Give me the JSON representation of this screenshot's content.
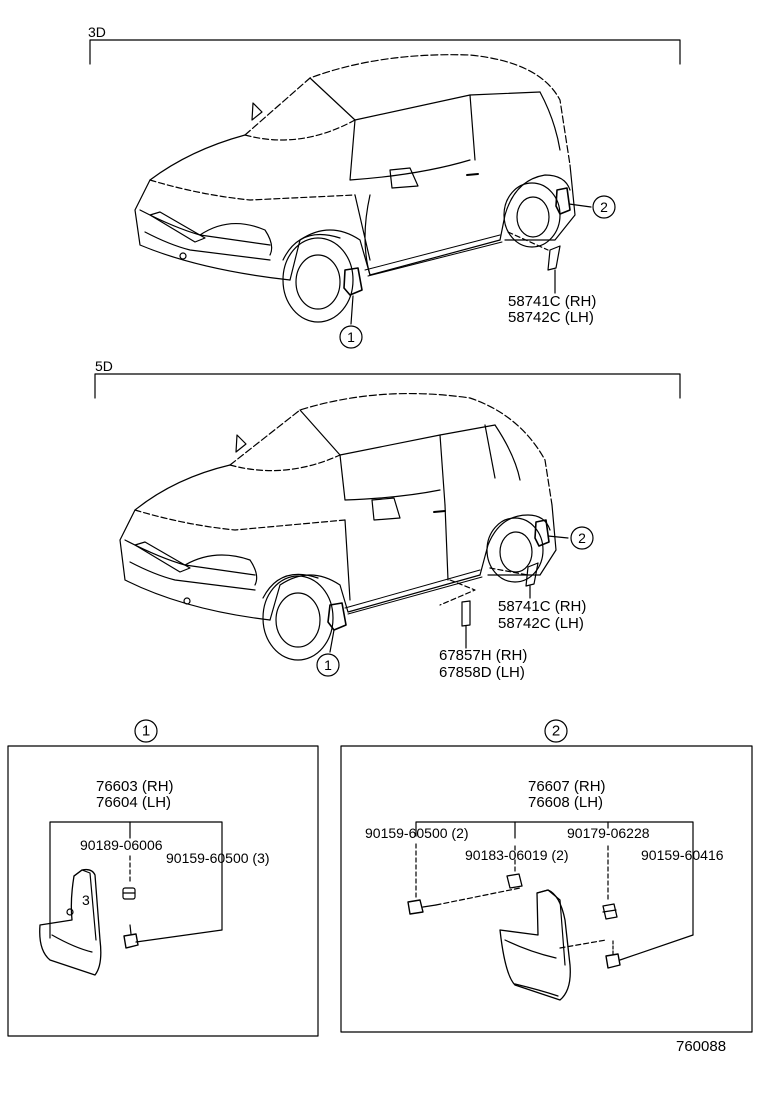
{
  "sections": {
    "three_door": {
      "label": "3D"
    },
    "five_door": {
      "label": "5D"
    }
  },
  "callouts": {
    "one": "1",
    "two": "2"
  },
  "three_door_parts": {
    "moulding_rh": "58741C (RH)",
    "moulding_lh": "58742C (LH)"
  },
  "five_door_parts": {
    "moulding_rh": "58741C (RH)",
    "moulding_lh": "58742C (LH)",
    "protector_rh": "67857H (RH)",
    "protector_lh": "67858D (LH)"
  },
  "detail_front": {
    "callout": "1",
    "flap_rh": "76603 (RH)",
    "flap_lh": "76604 (LH)",
    "nut": "90189-06006",
    "screw": "90159-60500 (3)"
  },
  "detail_rear": {
    "callout": "2",
    "flap_rh": "76607 (RH)",
    "flap_lh": "76608 (LH)",
    "screw_a": "90159-60500 (2)",
    "clip": "90183-06019 (2)",
    "nut": "90179-06228",
    "screw_b": "90159-60416"
  },
  "diagram_number": "760088"
}
